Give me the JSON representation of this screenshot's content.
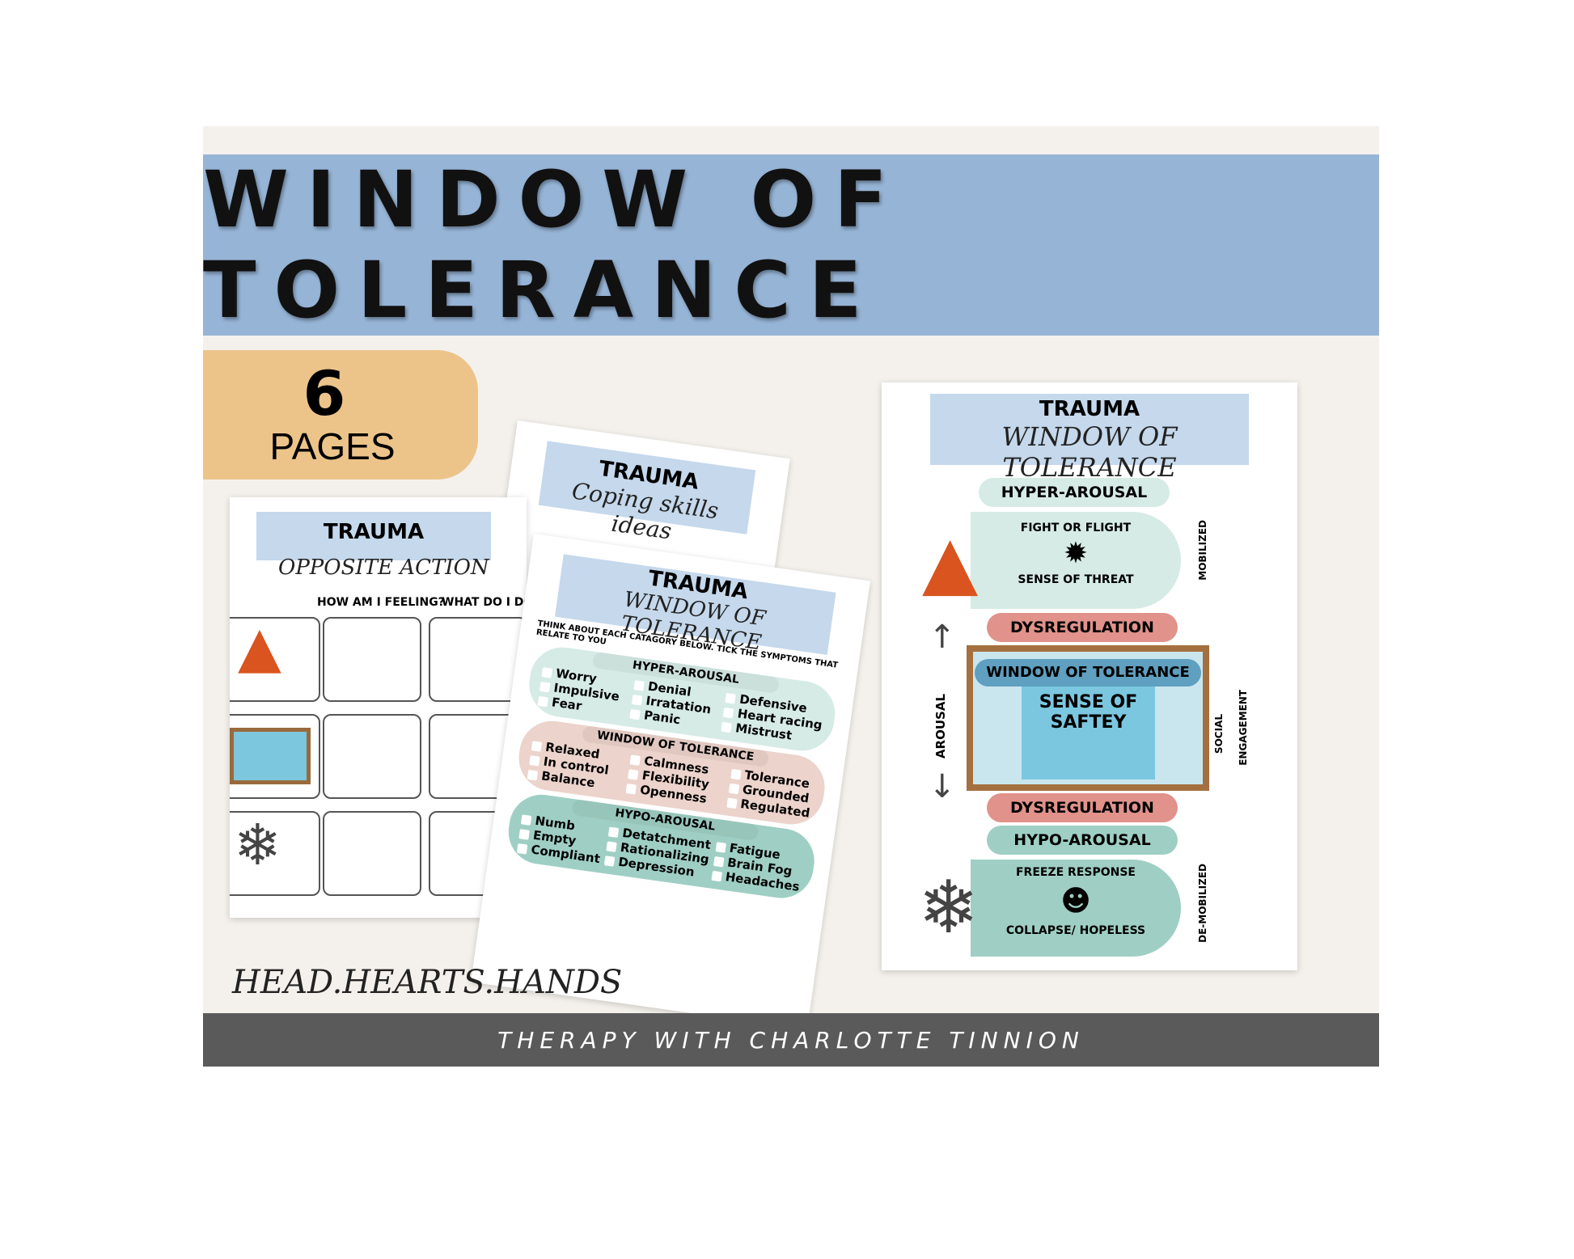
{
  "banner": {
    "title": "WINDOW OF TOLERANCE"
  },
  "badge": {
    "count": "6",
    "label": "PAGES"
  },
  "opposite_sheet": {
    "title": "TRAUMA",
    "subtitle": "OPPOSITE ACTION",
    "col1": "HOW AM I FEELING?",
    "col2": "WHAT DO I DO"
  },
  "coping_sheet": {
    "title": "TRAUMA",
    "subtitle": "Coping skills ideas"
  },
  "checklist_sheet": {
    "title": "TRAUMA",
    "subtitle": "WINDOW OF TOLERANCE",
    "instruction": "THINK ABOUT EACH CATAGORY BELOW. TICK THE SYMPTOMS THAT RELATE TO YOU",
    "sections": [
      {
        "name": "HYPER-AROUSAL",
        "color": "#d6ebe6",
        "cols": [
          [
            "Worry",
            "Impulsive",
            "Fear"
          ],
          [
            "Denial",
            "Irratation",
            "Panic"
          ],
          [
            "Defensive",
            "Heart racing",
            "Mistrust"
          ]
        ]
      },
      {
        "name": "WINDOW OF TOLERANCE",
        "color": "#ecd3cb",
        "cols": [
          [
            "Relaxed",
            "In control",
            "Balance"
          ],
          [
            "Calmness",
            "Flexibility",
            "Openness"
          ],
          [
            "Tolerance",
            "Grounded",
            "Regulated"
          ]
        ]
      },
      {
        "name": "HYPO-AROUSAL",
        "color": "#9fcfc4",
        "cols": [
          [
            "Numb",
            "Empty",
            "Compliant"
          ],
          [
            "Detatchment",
            "Rationalizing",
            "Depression"
          ],
          [
            "Fatigue",
            "Brain Fog",
            "Headaches"
          ]
        ]
      }
    ]
  },
  "diagram_sheet": {
    "title": "TRAUMA",
    "subtitle": "WINDOW OF TOLERANCE",
    "hyper": "HYPER-AROUSAL",
    "fight": "FIGHT OR FLIGHT",
    "threat": "SENSE OF THREAT",
    "dys1": "DYSREGULATION",
    "wot": "WINDOW OF TOLERANCE",
    "safety1": "SENSE OF",
    "safety2": "SAFTEY",
    "dys2": "DYSREGULATION",
    "hypo": "HYPO-AROUSAL",
    "freeze": "FREEZE RESPONSE",
    "collapse": "COLLAPSE/ HOPELESS",
    "mobilized": "MOBILIZED",
    "arousal": "AROUSAL",
    "social": "SOCIAL",
    "engagement": "ENGAGEMENT",
    "demobilized": "DE-MOBILIZED"
  },
  "signature": "HEAD.HEARTS.HANDS",
  "footer": "THERAPY WITH CHARLOTTE TINNION"
}
